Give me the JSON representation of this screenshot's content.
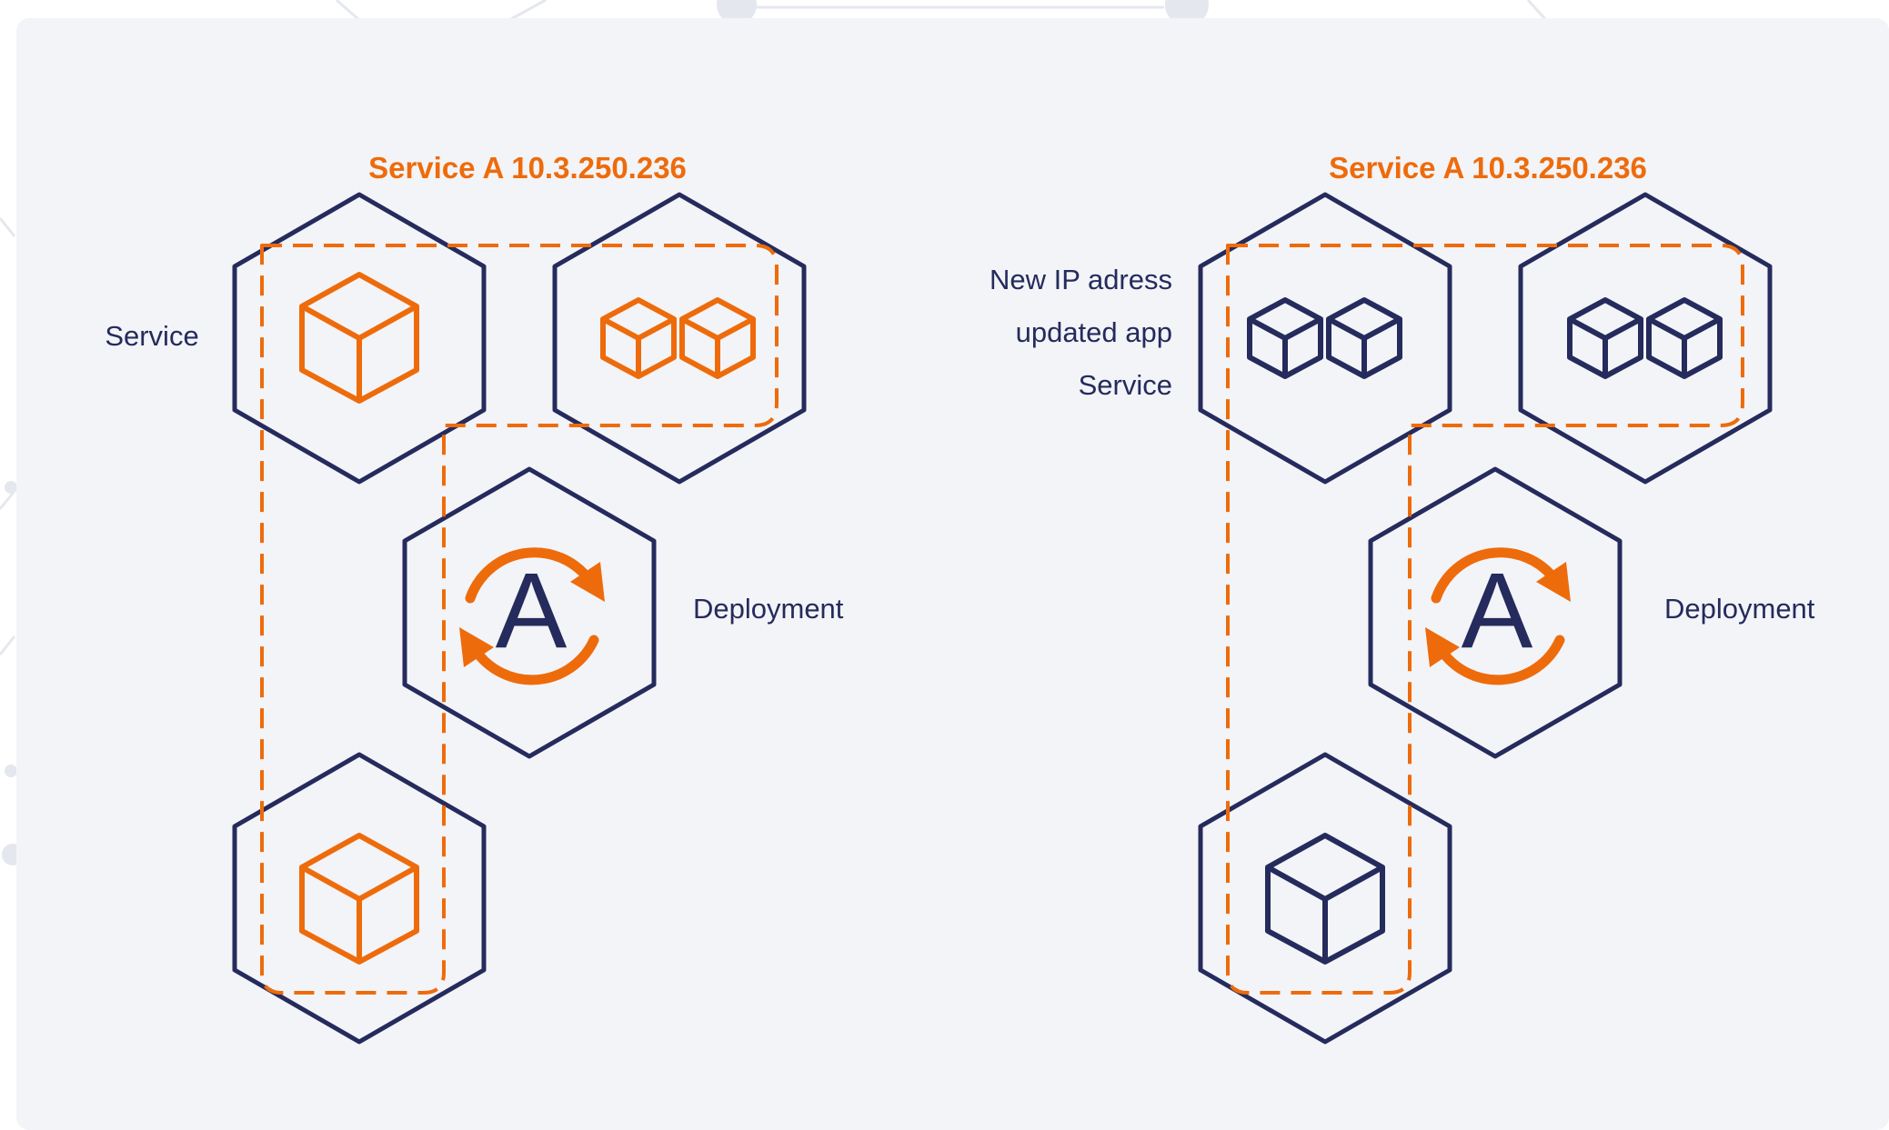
{
  "colors": {
    "panel_bg": "#f2f4f7",
    "page_bg": "#ffffff",
    "navy": "#252b5c",
    "orange": "#ee6b0c",
    "faint_network": "#e4e8ee"
  },
  "left_diagram": {
    "title": "Service A 10.3.250.236",
    "service_label": "Service",
    "deployment_label": "Deployment",
    "deployment_letter": "A",
    "icons": {
      "top_left": "cube-icon",
      "top_right": "two-cubes-icon",
      "center": "sync-icon",
      "bottom": "cube-icon"
    },
    "icon_colors": "orange"
  },
  "right_diagram": {
    "title": "Service A 10.3.250.236",
    "new_service_label": [
      "New IP adress",
      "updated app",
      "Service"
    ],
    "deployment_label": "Deployment",
    "deployment_letter": "A",
    "icons": {
      "top_left": "two-cubes-icon",
      "top_right": "two-cubes-icon",
      "center": "sync-icon",
      "bottom": "cube-icon"
    },
    "icon_colors": "navy"
  }
}
